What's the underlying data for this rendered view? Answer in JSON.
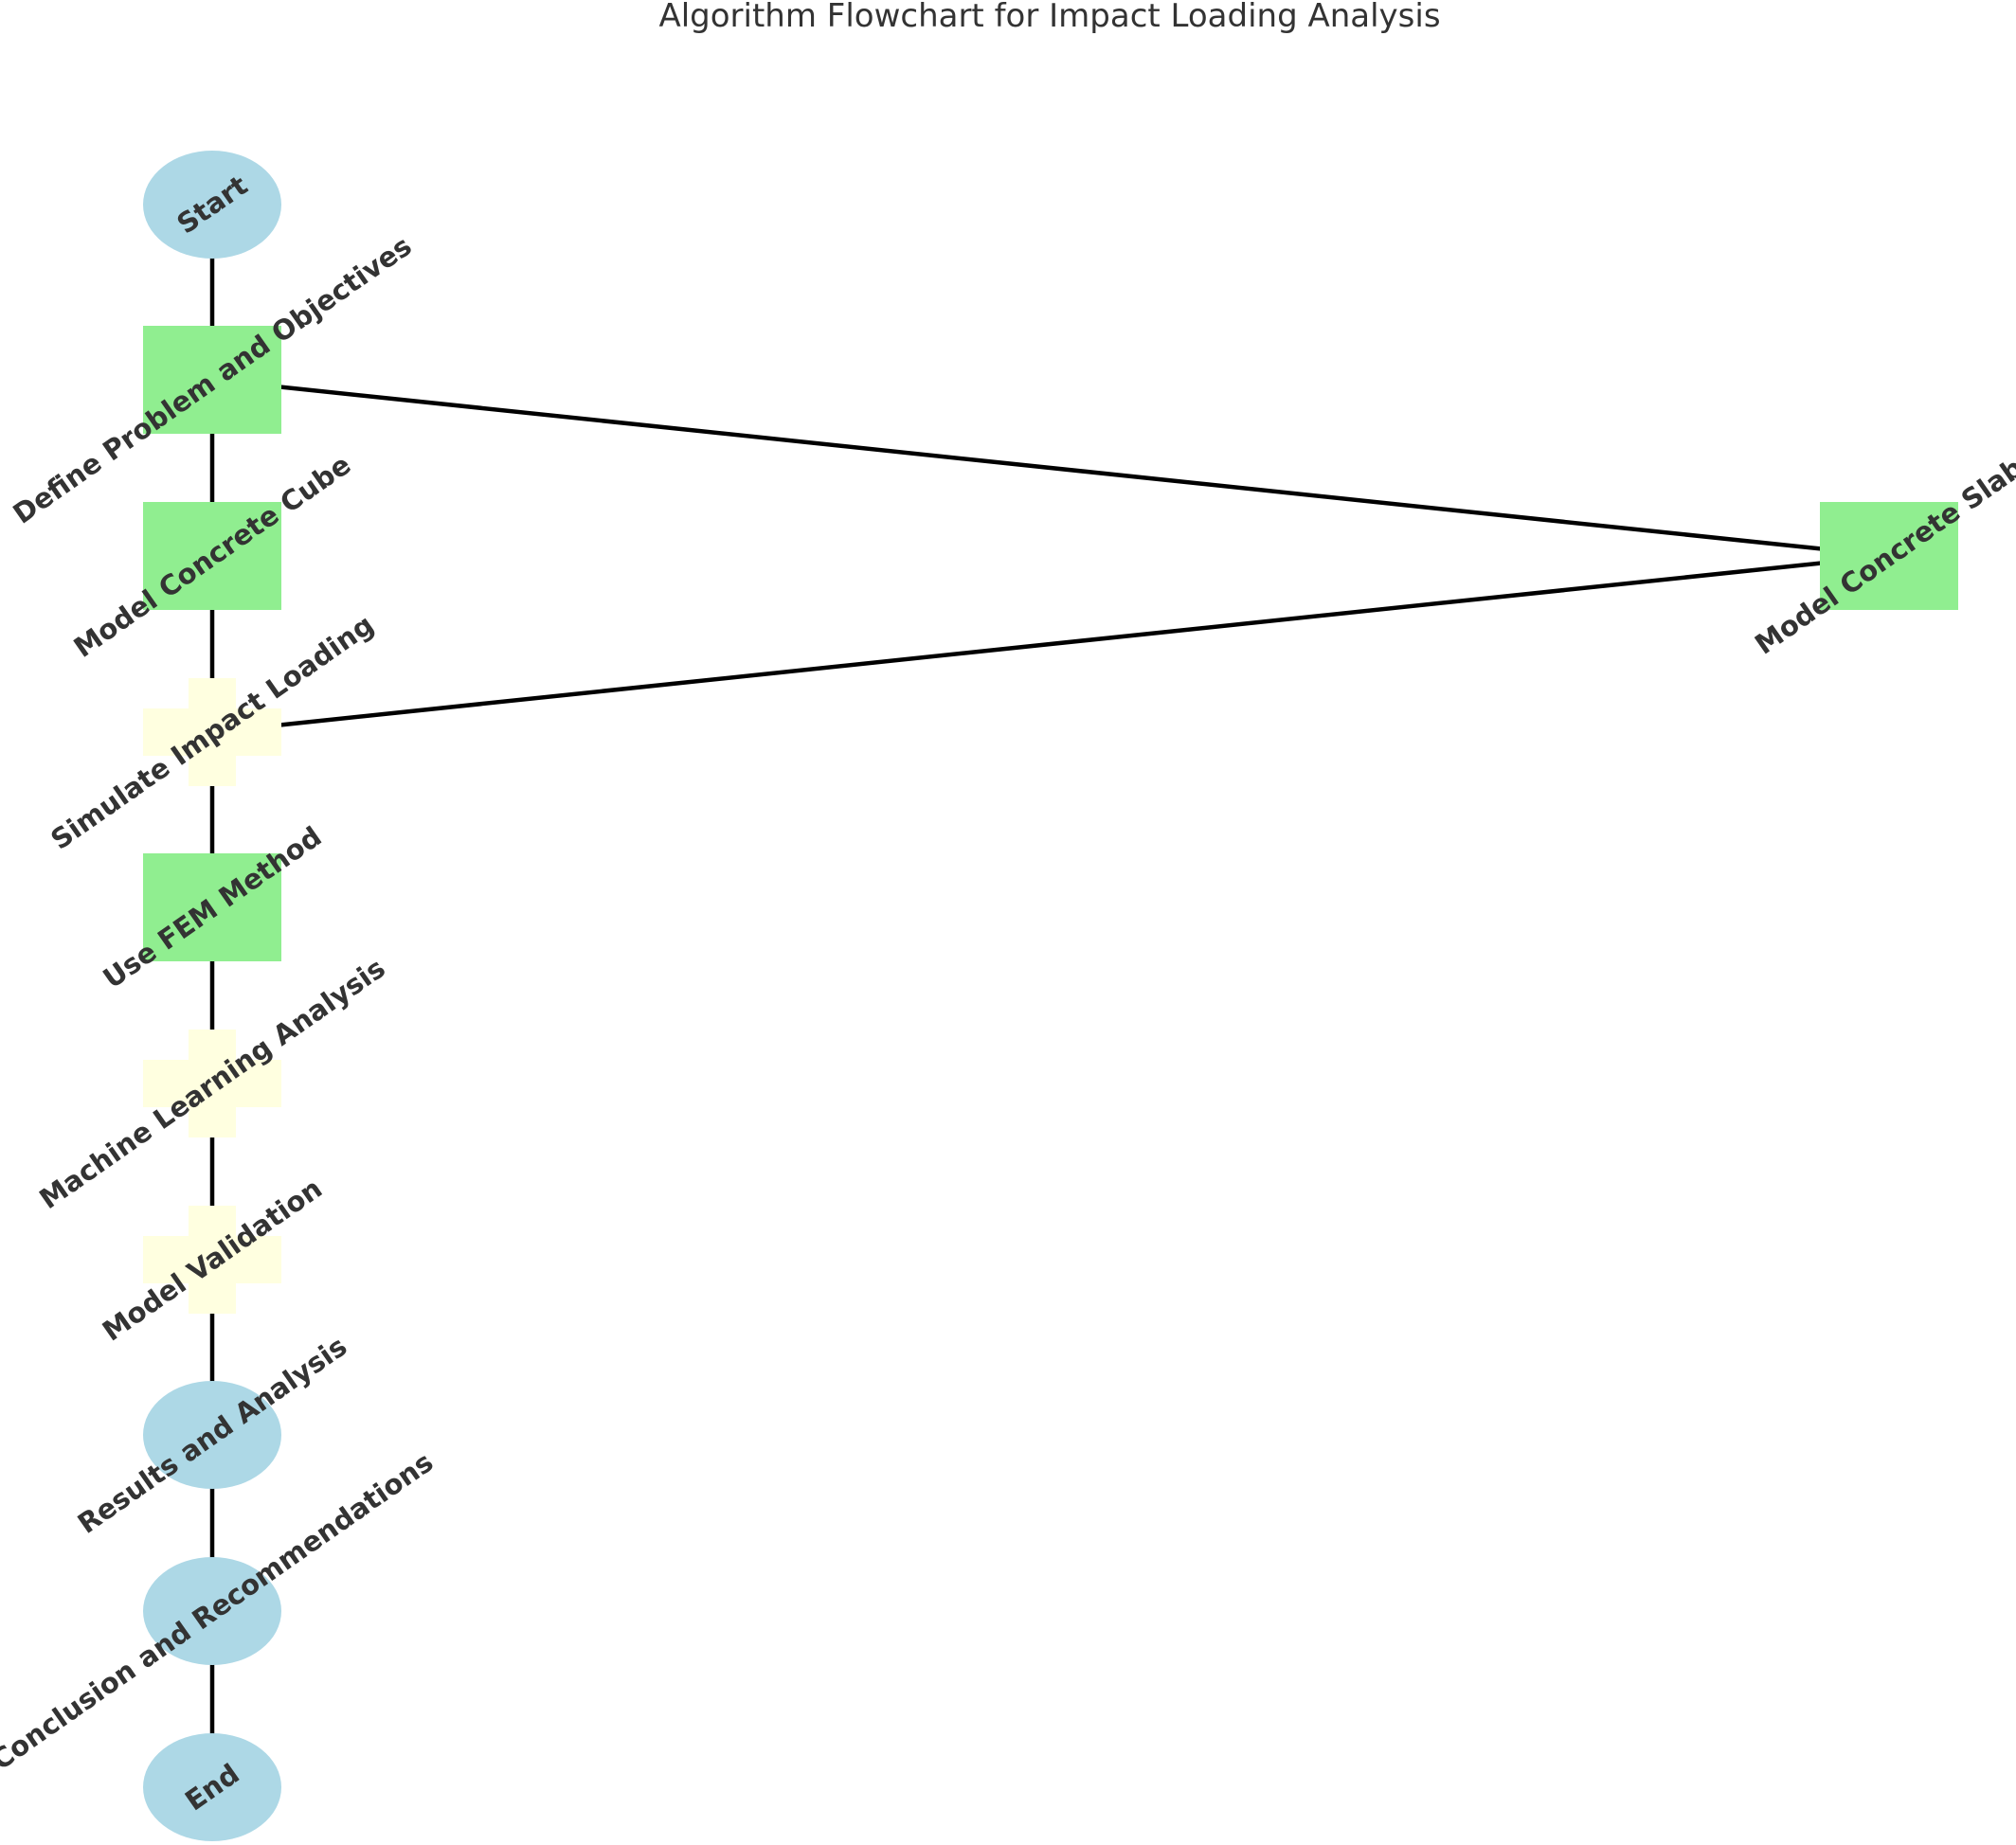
{
  "title": "Algorithm Flowchart for Impact Loading Analysis",
  "colors": {
    "terminal": "#add8e6",
    "process": "#90ee90",
    "decision": "#ffffe0",
    "edge": "#000000",
    "text": "#333333"
  },
  "nodes": [
    {
      "id": "start",
      "label": "Start",
      "shape": "ellipse"
    },
    {
      "id": "define",
      "label": "Define Problem and Objectives",
      "shape": "rect"
    },
    {
      "id": "cube",
      "label": "Model Concrete Cube",
      "shape": "rect"
    },
    {
      "id": "simulate",
      "label": "Simulate Impact Loading",
      "shape": "plus"
    },
    {
      "id": "fem",
      "label": "Use FEM Method",
      "shape": "rect"
    },
    {
      "id": "ml",
      "label": "Machine Learning Analysis",
      "shape": "plus"
    },
    {
      "id": "validation",
      "label": "Model Validation",
      "shape": "plus"
    },
    {
      "id": "results",
      "label": "Results and Analysis",
      "shape": "ellipse"
    },
    {
      "id": "conclusion",
      "label": "Conclusion and Recommendations",
      "shape": "ellipse"
    },
    {
      "id": "end",
      "label": "End",
      "shape": "ellipse"
    },
    {
      "id": "slab",
      "label": "Model Concrete Slab",
      "shape": "rect"
    }
  ],
  "edges": [
    [
      "start",
      "define"
    ],
    [
      "define",
      "cube"
    ],
    [
      "define",
      "slab"
    ],
    [
      "cube",
      "simulate"
    ],
    [
      "slab",
      "simulate"
    ],
    [
      "simulate",
      "fem"
    ],
    [
      "fem",
      "ml"
    ],
    [
      "ml",
      "validation"
    ],
    [
      "validation",
      "results"
    ],
    [
      "results",
      "conclusion"
    ],
    [
      "conclusion",
      "end"
    ]
  ]
}
